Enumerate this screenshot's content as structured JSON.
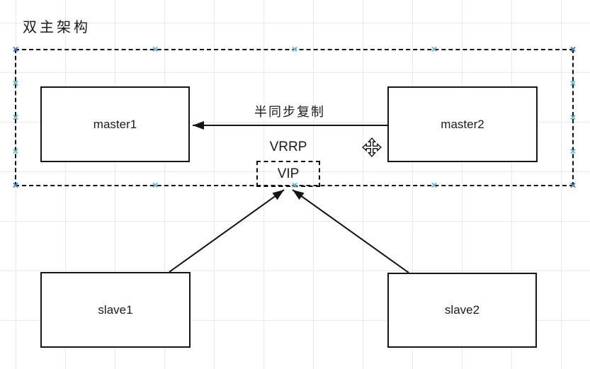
{
  "page": {
    "title": "双主架构"
  },
  "theme": {
    "grid": "#e9e9e9",
    "line": "#141414",
    "node_border": "#161616",
    "node_bg": "#ffffff",
    "text": "#1b1b1b",
    "handle": "#6fb9cf",
    "corner_handle": "#4b7fc2"
  },
  "nodes": {
    "master1": {
      "label": "master1"
    },
    "master2": {
      "label": "master2"
    },
    "slave1": {
      "label": "slave1"
    },
    "slave2": {
      "label": "slave2"
    },
    "vip": {
      "label": "VIP"
    }
  },
  "edge_labels": {
    "replication": "半同步复制",
    "vrrp": "VRRP"
  },
  "icons": {
    "move_cursor": "✥",
    "selection_handle": "×"
  }
}
